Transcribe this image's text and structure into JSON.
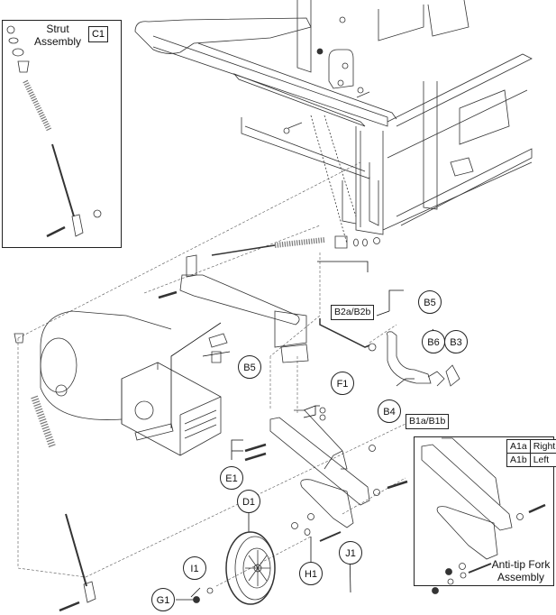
{
  "title": "Anti-tip fork and strut exploded parts diagram",
  "strut_inset": {
    "title_line1": "Strut",
    "title_line2": "Assembly",
    "tag": "C1"
  },
  "antitip_inset": {
    "title_line1": "Anti-tip Fork",
    "title_line2": "Assembly",
    "variants": [
      {
        "code": "A1a",
        "side": "Right"
      },
      {
        "code": "A1b",
        "side": "Left"
      }
    ]
  },
  "callouts": {
    "b5_top": "B5",
    "b5_mid": "B5",
    "b6": "B6",
    "b3": "B3",
    "b4": "B4",
    "f1": "F1",
    "e1": "E1",
    "d1": "D1",
    "h1": "H1",
    "j1": "J1",
    "i1": "I1",
    "g1": "G1"
  },
  "box_labels": {
    "b2": "B2a/B2b",
    "b1": "B1a/B1b"
  }
}
